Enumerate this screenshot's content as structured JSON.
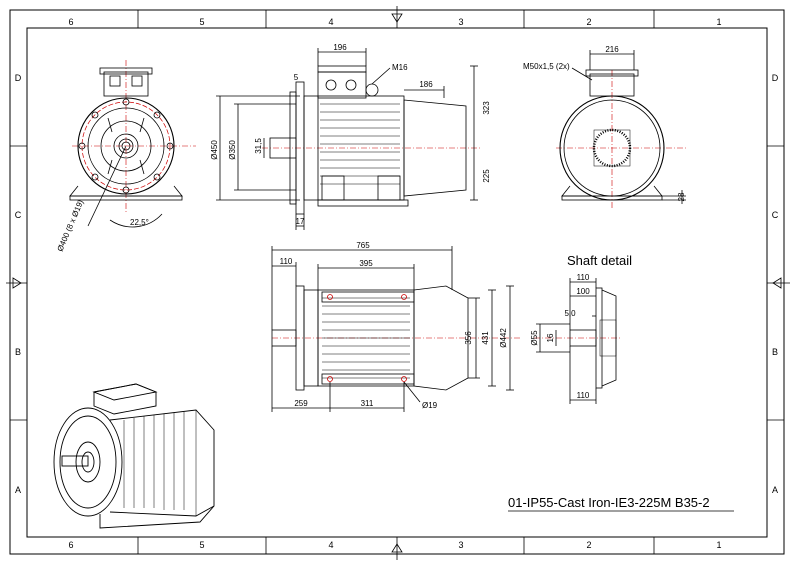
{
  "title_block": {
    "title": "01-IP55-Cast Iron-IE3-225M B35-2"
  },
  "subtitle": "Shaft detail",
  "zones": {
    "columns": [
      "6",
      "5",
      "4",
      "3",
      "2",
      "1"
    ],
    "rows": [
      "D",
      "C",
      "B",
      "A"
    ]
  },
  "front_view": {
    "pcd_label": "Ø400 (8 x Ø19)",
    "angle_label": "22,5°"
  },
  "side_view": {
    "d_196": "196",
    "d_5": "5",
    "d_m16": "M16",
    "d_186": "186",
    "d_323": "323",
    "d_450": "Ø450",
    "d_350": "Ø350",
    "d_31_5": "31,5",
    "d_225": "225",
    "d_17": "17"
  },
  "rear_view": {
    "d_216": "216",
    "d_m50": "M50x1,5 (2x)",
    "d_28": "28"
  },
  "top_view": {
    "d_765": "765",
    "d_110": "110",
    "d_395": "395",
    "d_356": "356",
    "d_431": "431",
    "d_442": "Ø442",
    "d_259": "259",
    "d_311": "311",
    "d_19": "Ø19"
  },
  "shaft_detail": {
    "d_110_top": "110",
    "d_100": "100",
    "d_5_0": "5,0",
    "d_16": "16",
    "d_55": "Ø55",
    "d_110_bottom": "110"
  },
  "colors": {
    "line": "#000000",
    "center_line": "#cc0000"
  }
}
